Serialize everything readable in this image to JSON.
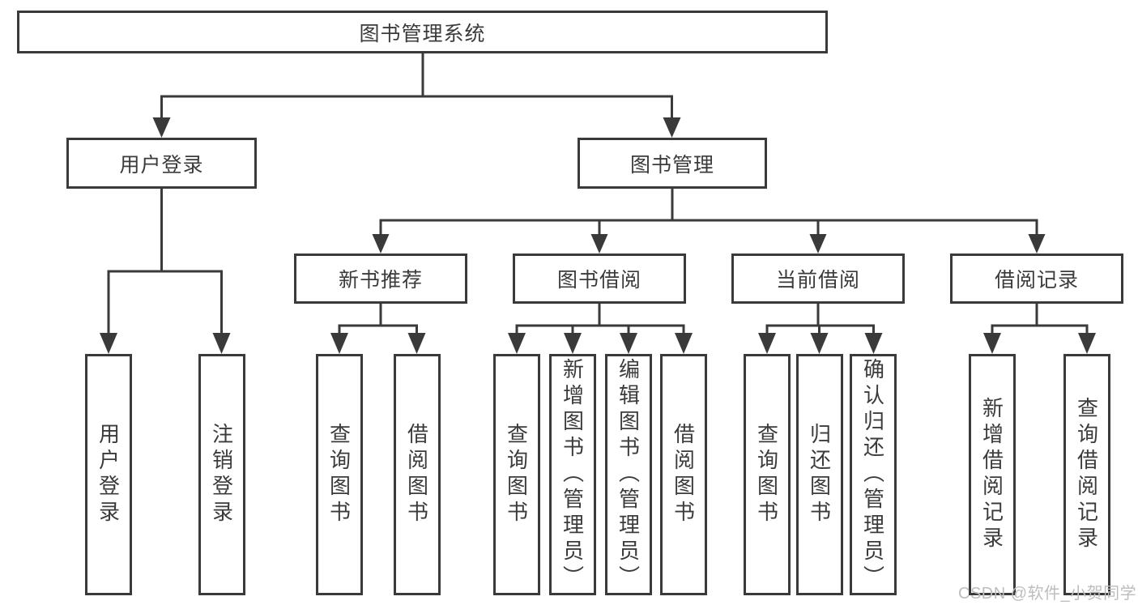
{
  "watermark": "CSDN @软件_小贺同学",
  "tree": {
    "label": "图书管理系统",
    "children": [
      {
        "label": "用户登录",
        "children": [
          {
            "label": "用户登录"
          },
          {
            "label": "注销登录"
          }
        ]
      },
      {
        "label": "图书管理",
        "children": [
          {
            "label": "新书推荐",
            "children": [
              {
                "label": "查询图书"
              },
              {
                "label": "借阅图书"
              }
            ]
          },
          {
            "label": "图书借阅",
            "children": [
              {
                "label": "查询图书"
              },
              {
                "label": "新增图书（管理员）"
              },
              {
                "label": "编辑图书（管理员）"
              },
              {
                "label": "借阅图书"
              }
            ]
          },
          {
            "label": "当前借阅",
            "children": [
              {
                "label": "查询图书"
              },
              {
                "label": "归还图书"
              },
              {
                "label": "确认归还（管理员）"
              }
            ]
          },
          {
            "label": "借阅记录",
            "children": [
              {
                "label": "新增借阅记录"
              },
              {
                "label": "查询借阅记录"
              }
            ]
          }
        ]
      }
    ]
  },
  "colors": {
    "line": "#3a3a3a",
    "text": "#3b3b3b",
    "watermark": "#bdbdbd",
    "background": "#ffffff"
  }
}
